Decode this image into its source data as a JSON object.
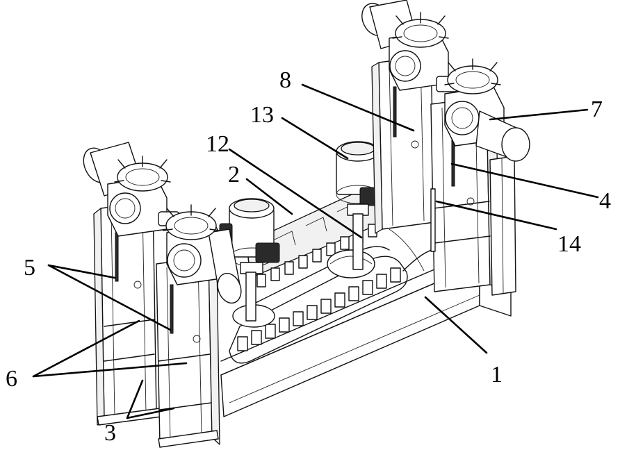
{
  "callouts": {
    "c1": "1",
    "c2": "2",
    "c3": "3",
    "c4": "4",
    "c5": "5",
    "c6": "6",
    "c7": "7",
    "c8": "8",
    "c12": "12",
    "c13": "13",
    "c14": "14"
  },
  "colors": {
    "line": "#111111",
    "background": "#ffffff"
  }
}
